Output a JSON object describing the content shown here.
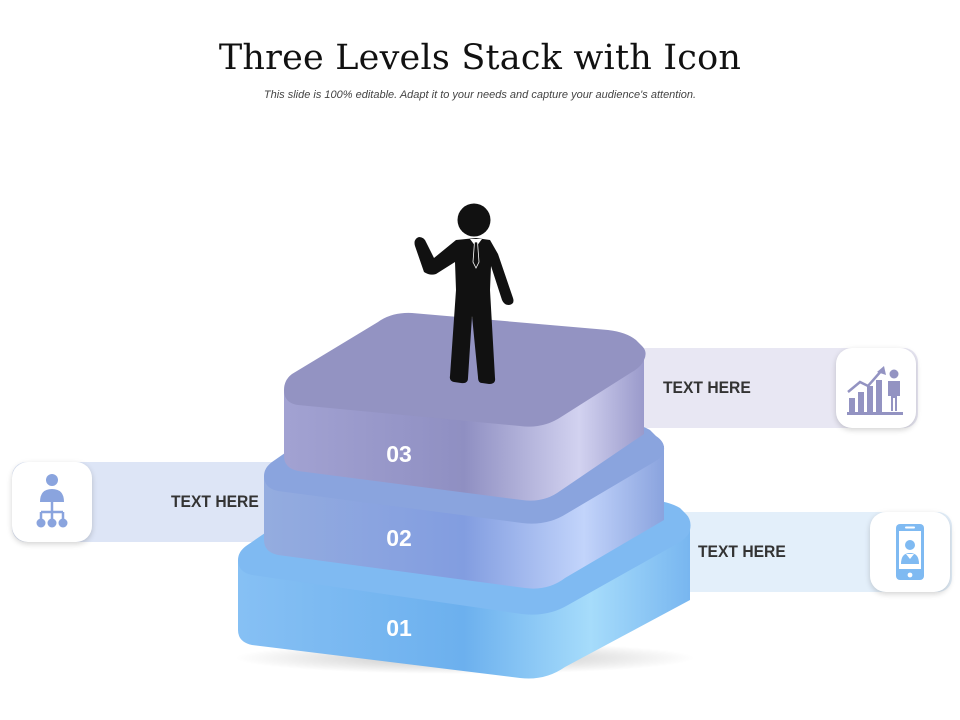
{
  "title": "Three Levels Stack with Icon",
  "subtitle": "This slide is 100% editable. Adapt it to your needs and capture your audience's attention.",
  "levels": [
    {
      "number": "01",
      "label": "TEXT HERE",
      "icon": "mobile-user-icon",
      "color": "#7fbaf2",
      "band_color": "#e3effa"
    },
    {
      "number": "02",
      "label": "TEXT HERE",
      "icon": "hierarchy-user-icon",
      "color": "#8aa4de",
      "band_color": "#dde5f6"
    },
    {
      "number": "03",
      "label": "TEXT HERE",
      "icon": "growth-chart-person-icon",
      "color": "#9393c2",
      "band_color": "#e8e7f3"
    }
  ]
}
